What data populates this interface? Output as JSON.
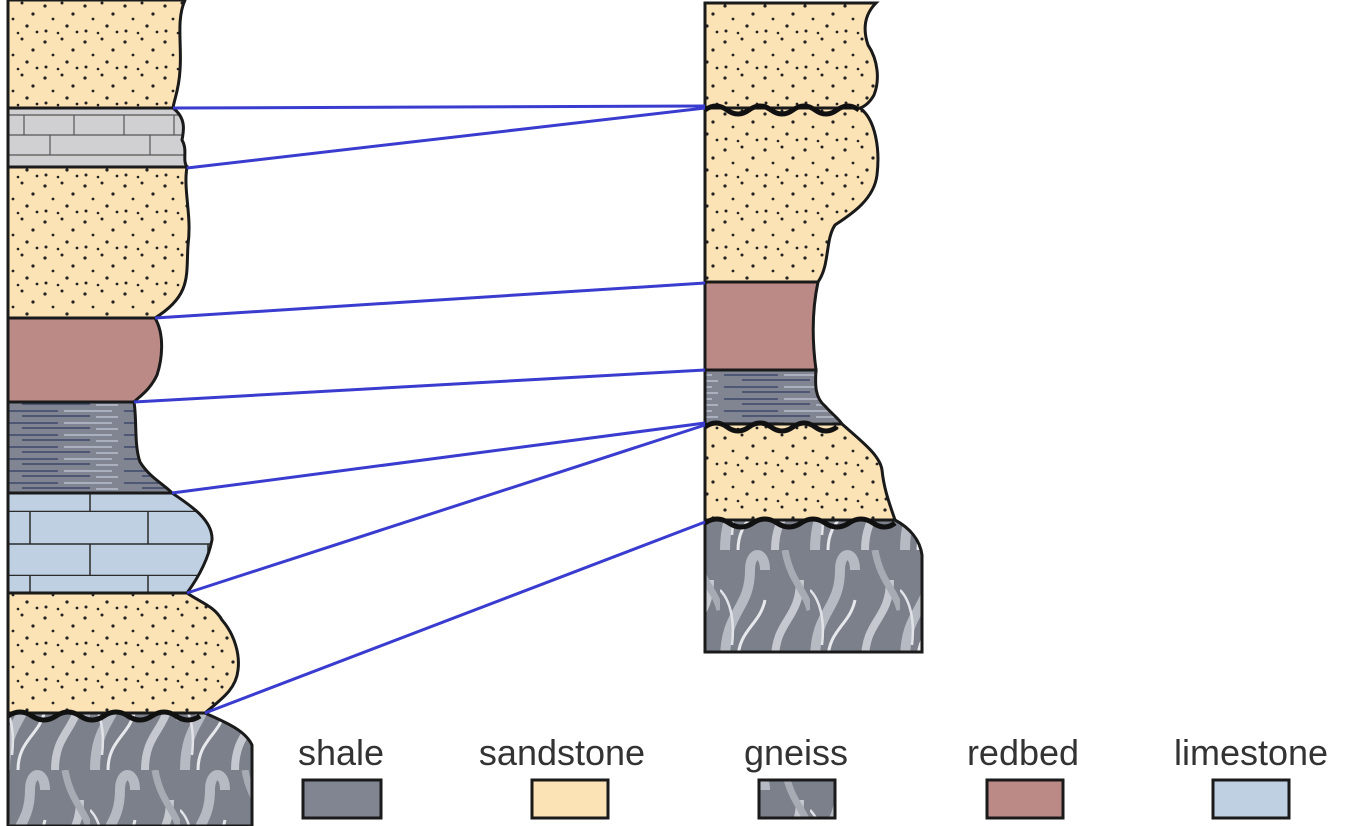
{
  "legend": {
    "shale": "shale",
    "sandstone": "sandstone",
    "gneiss": "gneiss",
    "redbed": "redbed",
    "limestone": "limestone"
  },
  "colors": {
    "sandstone": "#FBE3B5",
    "shale": "#808591",
    "redbed": "#BC8A86",
    "limestone": "#BFD0E3",
    "limestone_bed_left_top": "#D0D0D2",
    "gneiss_base": "#7B808B",
    "correlation_line": "#3A3CCF",
    "outline": "#1a1a1a"
  }
}
